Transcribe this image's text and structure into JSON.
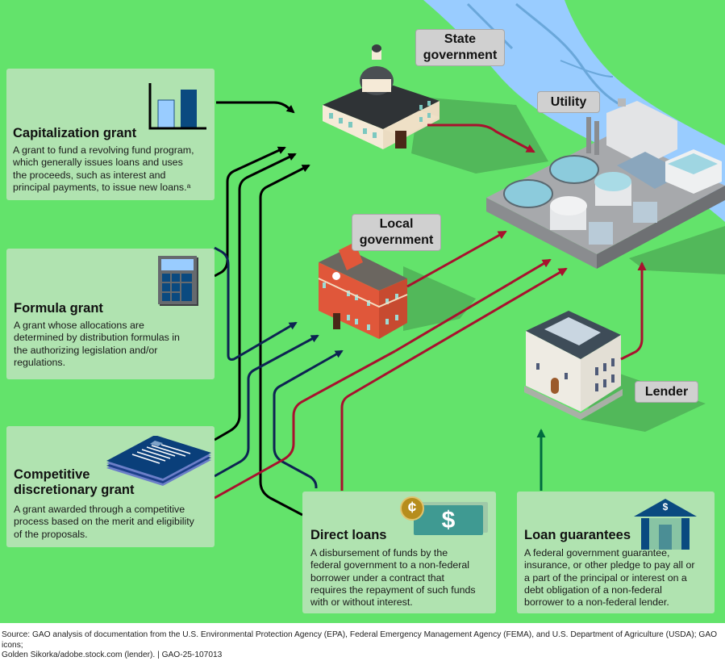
{
  "locations": {
    "state": "State government",
    "state_lines": [
      "State",
      "government"
    ],
    "local_lines": [
      "Local",
      "government"
    ],
    "utility": "Utility",
    "lender": "Lender"
  },
  "cards": {
    "capitalization": {
      "title": "Capitalization grant",
      "desc_lines": [
        "A grant to fund a revolving fund program,",
        "which generally issues loans and uses",
        "the proceeds, such as interest and",
        "principal payments, to issue new loans.ᵃ"
      ],
      "icon": "bar-chart-icon"
    },
    "formula": {
      "title": "Formula grant",
      "desc_lines": [
        "A grant whose allocations are",
        "determined by distribution formulas in",
        "the authorizing legislation and/or",
        "regulations."
      ],
      "icon": "calculator-icon"
    },
    "competitive": {
      "title_lines": [
        "Competitive",
        "discretionary grant"
      ],
      "desc_lines": [
        "A grant awarded through a competitive",
        "process based on the merit and eligibility",
        "of the proposals."
      ],
      "icon": "document-stack-icon"
    },
    "direct": {
      "title": "Direct loans",
      "desc_lines": [
        "A disbursement of funds by the",
        "federal government to a non-federal",
        "borrower under a contract that",
        "requires the repayment of such funds",
        "with or without interest."
      ],
      "icon": "money-icon",
      "coin_symbol": "¢",
      "bill_symbol": "$"
    },
    "guarantee": {
      "title": "Loan guarantees",
      "desc_lines": [
        "A federal government guarantee,",
        "insurance, or other pledge to pay all or",
        "a part of the principal or interest on a",
        "debt obligation of a non-federal",
        "borrower to a non-federal lender."
      ],
      "icon": "bank-icon",
      "bank_symbol": "$"
    }
  },
  "colors": {
    "grass": "#63e36b",
    "river": "#99ccff",
    "card": "#b0e3b0",
    "grant_arrow": "#000000",
    "formula_arrow": "#0d2352",
    "loan_arrow": "#a8112e",
    "guarantee_arrow": "#006b3f"
  },
  "source": {
    "lines": [
      "Source: GAO analysis of documentation from the U.S. Environmental Protection Agency (EPA), Federal Emergency Management Agency (FEMA), and U.S. Department of Agriculture (USDA); GAO icons;",
      "Golden Sikorka/adobe.stock.com (lender).  |  GAO-25-107013"
    ]
  }
}
